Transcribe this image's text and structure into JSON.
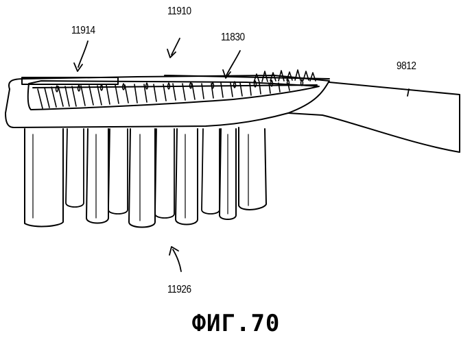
{
  "figure": {
    "caption": "ФИГ.70",
    "labels": {
      "ref_11914": "11914",
      "ref_11910": "11910",
      "ref_11830": "11830",
      "ref_9812": "9812",
      "ref_11926": "11926"
    },
    "colors": {
      "stroke": "#000000",
      "background": "#ffffff"
    }
  }
}
